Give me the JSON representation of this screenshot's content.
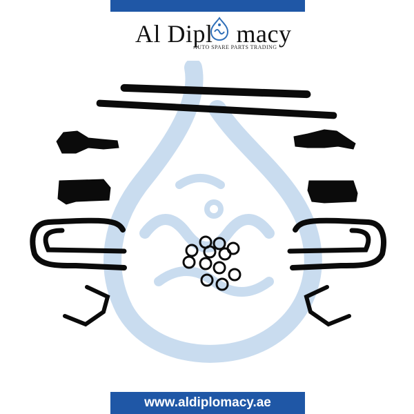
{
  "brand": {
    "name_part1": "Al Dipl",
    "name_part2": "macy",
    "tagline": "AUTO SPARE PARTS TRADING",
    "emblem_color": "#2f6fb8"
  },
  "watermark_color": "#c9dcef",
  "accent_color": "#1f57a6",
  "parts_color": "#0b0b0b",
  "footer": {
    "website": "www.aldiplomacy.ae"
  }
}
